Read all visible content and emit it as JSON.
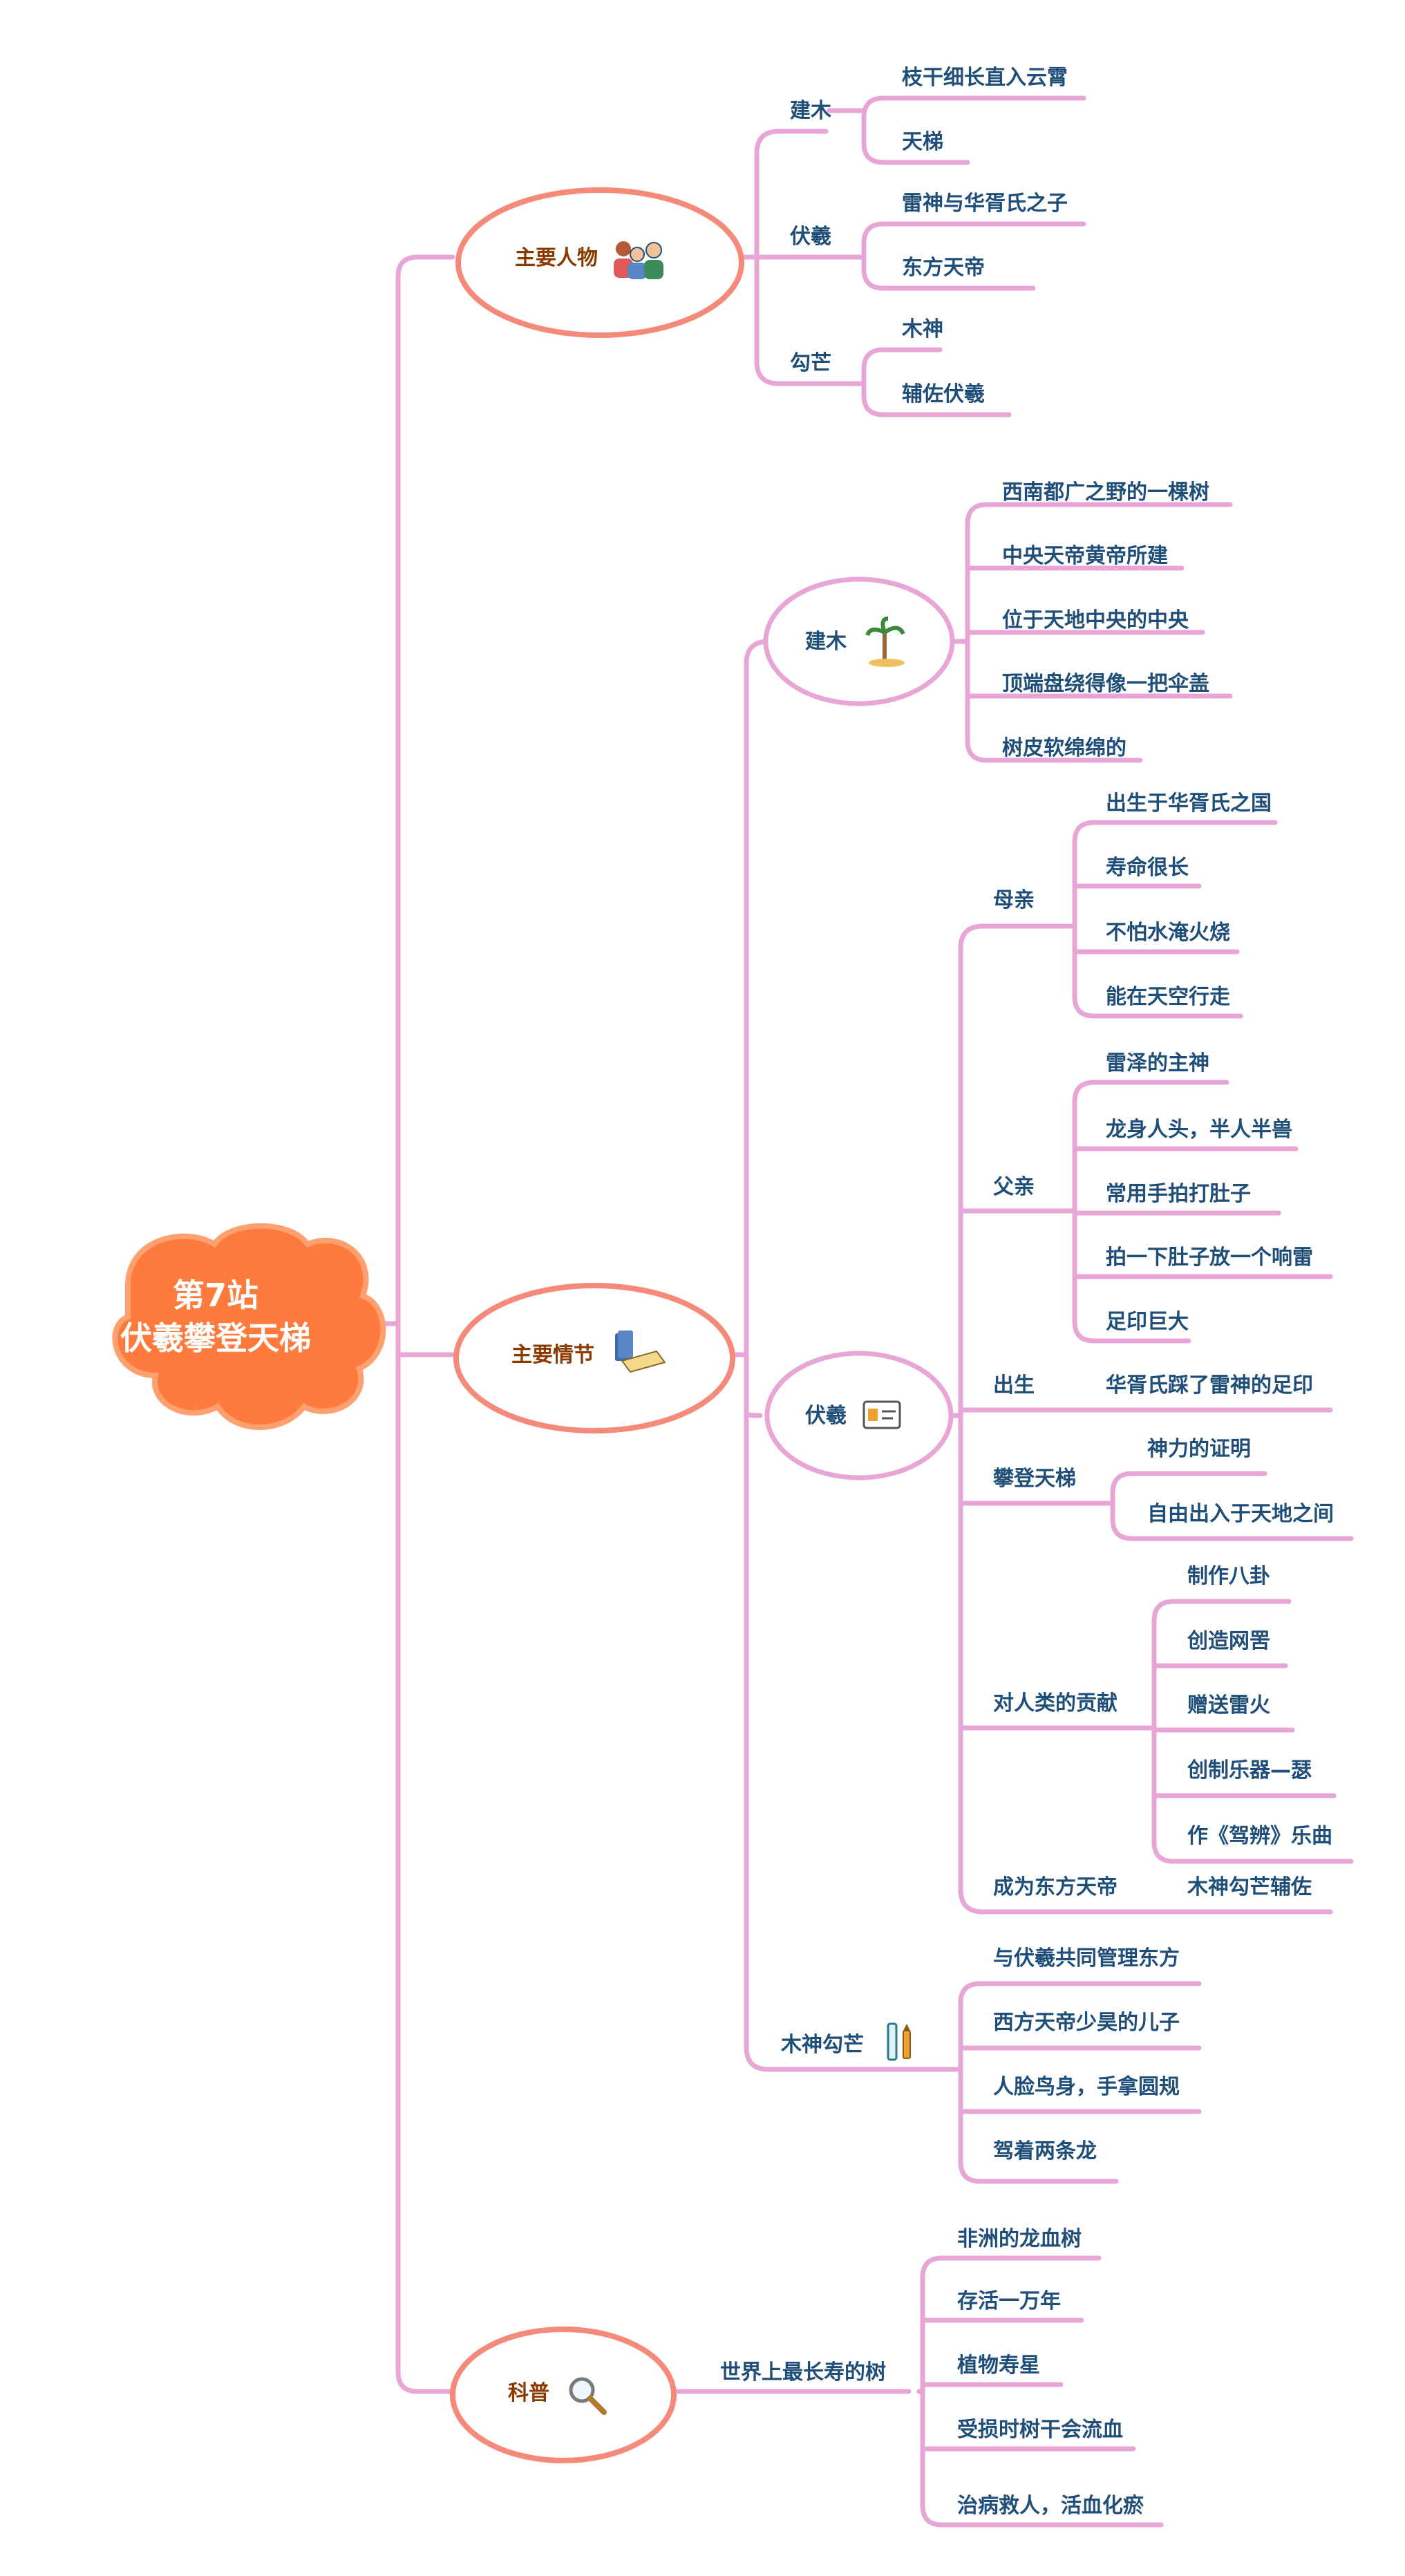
{
  "root": {
    "lines": [
      "第7站",
      "伏羲攀登天梯"
    ]
  },
  "colors": {
    "line": "#e8a6d6",
    "root_fill": "#ff7a3d",
    "root_stroke": "#ffa070",
    "main_ellipse": "#f58a7b",
    "sub_ellipse": "#e8a6d6",
    "text_dark": "#1f4e79",
    "text_main": "#8a3a00"
  },
  "branches": {
    "characters": {
      "label": "主要人物",
      "icon": "people-icon",
      "jianmu": {
        "label": "建木",
        "items": [
          "枝干细长直入云霄",
          "天梯"
        ]
      },
      "fuxi": {
        "label": "伏羲",
        "items": [
          "雷神与华胥氏之子",
          "东方天帝"
        ]
      },
      "goumang": {
        "label": "勾芒",
        "items": [
          "木神",
          "辅佐伏羲"
        ]
      }
    },
    "plot": {
      "label": "主要情节",
      "icon": "book-icon",
      "jianmu": {
        "label": "建木",
        "icon": "palm-tree-icon",
        "items": [
          "西南都广之野的一棵树",
          "中央天帝黄帝所建",
          "位于天地中央的中央",
          "顶端盘绕得像一把伞盖",
          "树皮软绵绵的"
        ]
      },
      "fuxi": {
        "label": "伏羲",
        "icon": "id-card-icon",
        "mother": {
          "label": "母亲",
          "items": [
            "出生于华胥氏之国",
            "寿命很长",
            "不怕水淹火烧",
            "能在天空行走"
          ]
        },
        "father": {
          "label": "父亲",
          "items": [
            "雷泽的主神",
            "龙身人头，半人半兽",
            "常用手拍打肚子",
            "拍一下肚子放一个响雷",
            "足印巨大"
          ]
        },
        "birth": {
          "label": "出生",
          "items": [
            "华胥氏踩了雷神的足印"
          ]
        },
        "climb": {
          "label": "攀登天梯",
          "items": [
            "神力的证明",
            "自由出入于天地之间"
          ]
        },
        "contrib": {
          "label": "对人类的贡献",
          "items": [
            "制作八卦",
            "创造网罟",
            "赠送雷火",
            "创制乐器—瑟",
            "作《驾辨》乐曲"
          ]
        },
        "emperor": {
          "label": "成为东方天帝",
          "items": [
            "木神勾芒辅佐"
          ]
        }
      },
      "goumang": {
        "label": "木神勾芒",
        "icon": "tools-icon",
        "items": [
          "与伏羲共同管理东方",
          "西方天帝少昊的儿子",
          "人脸鸟身，手拿圆规",
          "驾着两条龙"
        ]
      }
    },
    "science": {
      "label": "科普",
      "icon": "magnifier-icon",
      "tree": {
        "label": "世界上最长寿的树",
        "items": [
          "非洲的龙血树",
          "存活一万年",
          "植物寿星",
          "受损时树干会流血",
          "治病救人，活血化瘀"
        ]
      }
    }
  }
}
